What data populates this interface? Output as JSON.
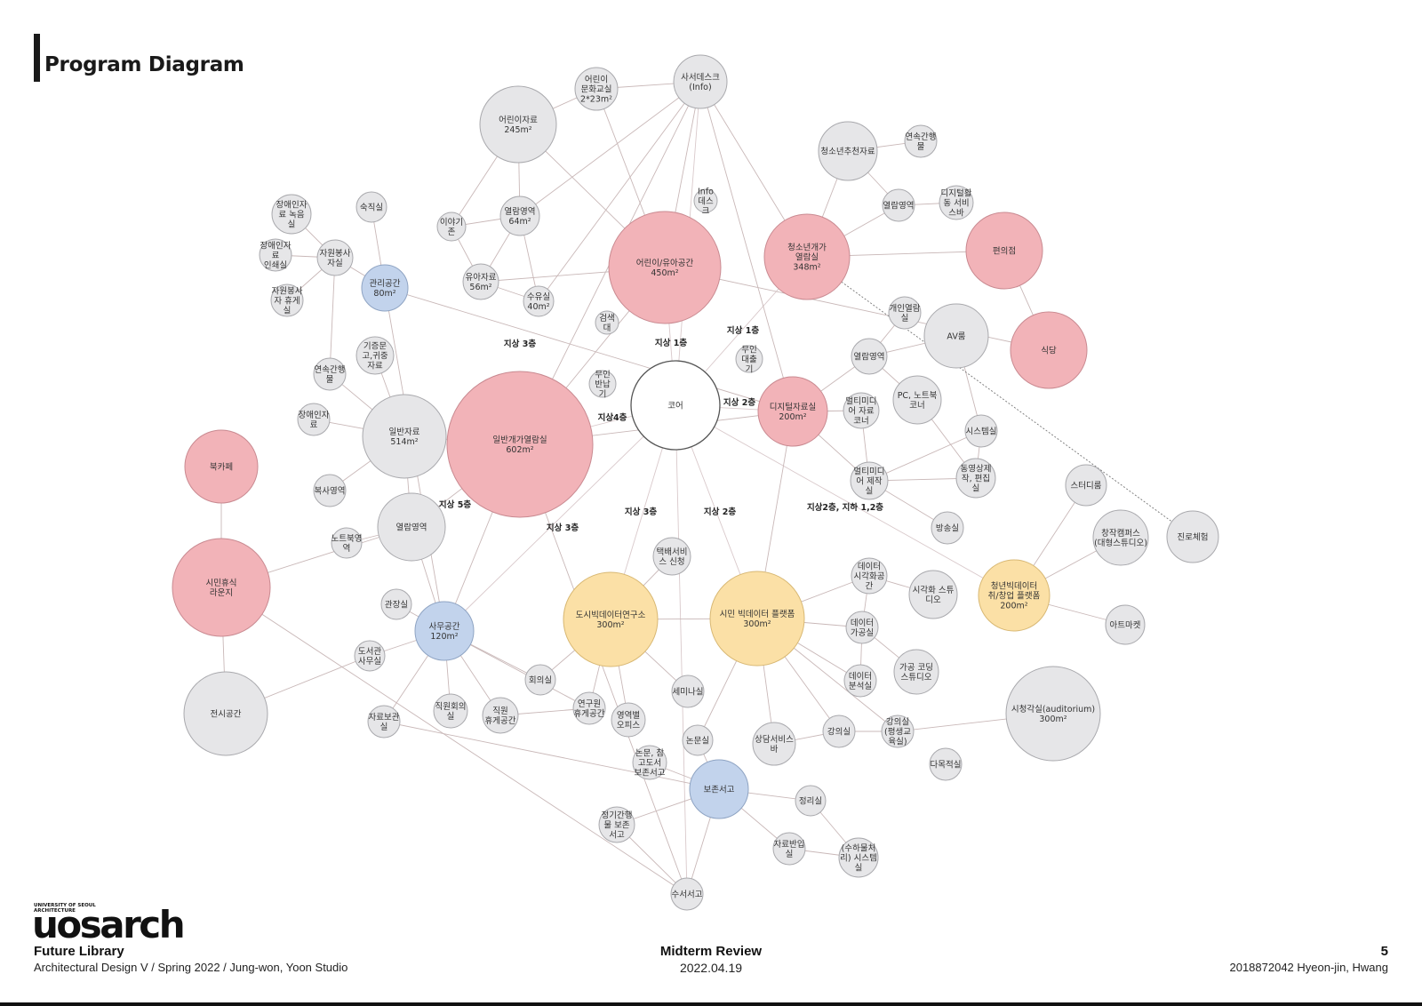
{
  "title": "Program Diagram",
  "footer": {
    "logo_small": "UNIVERSITY OF SEOUL ARCHITECTURE",
    "logo_main": "uosarch",
    "project": "Future Library",
    "course": "Architectural Design V / Spring 2022 / Jung-won, Yoon Studio",
    "review": "Midterm Review",
    "date": "2022.04.19",
    "page": "5",
    "author": "2018872042  Hyeon-jin, Hwang"
  },
  "colors": {
    "pink": "#f2b3b8",
    "blue": "#c2d3ec",
    "yellow": "#fbe0a6",
    "gray": "#e6e6e8",
    "white": "#ffffff"
  },
  "nodes": [
    {
      "id": "core",
      "lines": [
        "코어"
      ],
      "color": "white"
    },
    {
      "id": "children",
      "lines": [
        "어린이/유아공간",
        "450m²"
      ],
      "color": "pink"
    },
    {
      "id": "general_open",
      "lines": [
        "일반개가열람실",
        "602m²"
      ],
      "color": "pink"
    },
    {
      "id": "youth_open",
      "lines": [
        "청소년개가",
        "열람실",
        "348m²"
      ],
      "color": "pink"
    },
    {
      "id": "digital",
      "lines": [
        "디지털자료실",
        "200m²"
      ],
      "color": "pink"
    },
    {
      "id": "convenience",
      "lines": [
        "편의점"
      ],
      "color": "pink"
    },
    {
      "id": "restaurant",
      "lines": [
        "식당"
      ],
      "color": "pink"
    },
    {
      "id": "bookcafe",
      "lines": [
        "북카페"
      ],
      "color": "pink"
    },
    {
      "id": "lounge",
      "lines": [
        "시민휴식",
        "라운지"
      ],
      "color": "pink"
    },
    {
      "id": "mgmt",
      "lines": [
        "관리공간",
        "80m²"
      ],
      "color": "blue"
    },
    {
      "id": "office",
      "lines": [
        "사무공간",
        "120m²"
      ],
      "color": "blue"
    },
    {
      "id": "storage",
      "lines": [
        "보존서고"
      ],
      "color": "blue"
    },
    {
      "id": "city_bigdata",
      "lines": [
        "도시빅데이터연구소",
        "300m²"
      ],
      "color": "yellow"
    },
    {
      "id": "citizen_bigdata",
      "lines": [
        "시민 빅데이터 플랫폼",
        "300m²"
      ],
      "color": "yellow"
    },
    {
      "id": "youth_bigdata",
      "lines": [
        "청년빅데이터",
        "취/창업 플랫폼",
        "200m²"
      ],
      "color": "yellow"
    },
    {
      "id": "info_desk",
      "lines": [
        "사서데스크",
        "(Info)"
      ],
      "color": "gray"
    },
    {
      "id": "child_culture",
      "lines": [
        "어린이",
        "문화교실",
        "2*23m²"
      ],
      "color": "gray"
    },
    {
      "id": "child_material",
      "lines": [
        "어린이자료",
        "245m²"
      ],
      "color": "gray"
    },
    {
      "id": "story_zone",
      "lines": [
        "이야기",
        "존"
      ],
      "color": "gray"
    },
    {
      "id": "reading_64",
      "lines": [
        "열람영역",
        "64m²"
      ],
      "color": "gray"
    },
    {
      "id": "infant_material",
      "lines": [
        "유아자료",
        "56m²"
      ],
      "color": "gray"
    },
    {
      "id": "nursing",
      "lines": [
        "수유실",
        "40m²"
      ],
      "color": "gray"
    },
    {
      "id": "info_desk2",
      "lines": [
        "Info",
        "데스",
        "크"
      ],
      "color": "gray"
    },
    {
      "id": "search",
      "lines": [
        "검색",
        "대"
      ],
      "color": "gray"
    },
    {
      "id": "unmanned_return",
      "lines": [
        "무인",
        "반납",
        "기"
      ],
      "color": "gray"
    },
    {
      "id": "unmanned_loan",
      "lines": [
        "무인",
        "대출",
        "기"
      ],
      "color": "gray"
    },
    {
      "id": "youth_rec",
      "lines": [
        "청소년추천자료"
      ],
      "color": "gray"
    },
    {
      "id": "serial_youth",
      "lines": [
        "연속간행",
        "물"
      ],
      "color": "gray"
    },
    {
      "id": "reading_youth",
      "lines": [
        "열람영역"
      ],
      "color": "gray"
    },
    {
      "id": "digital_service",
      "lines": [
        "디지털활",
        "동 서비",
        "스바"
      ],
      "color": "gray"
    },
    {
      "id": "personal_reading",
      "lines": [
        "개인열람",
        "실"
      ],
      "color": "gray"
    },
    {
      "id": "av",
      "lines": [
        "AV룸"
      ],
      "color": "gray"
    },
    {
      "id": "reading_digital",
      "lines": [
        "열람영역"
      ],
      "color": "gray"
    },
    {
      "id": "pc_corner",
      "lines": [
        "PC, 노트북",
        "코너"
      ],
      "color": "gray"
    },
    {
      "id": "multimedia_corner",
      "lines": [
        "멀티미디",
        "어 자료",
        "코너"
      ],
      "color": "gray"
    },
    {
      "id": "system_room",
      "lines": [
        "시스템실"
      ],
      "color": "gray"
    },
    {
      "id": "multimedia_prod",
      "lines": [
        "멀티미디",
        "어 제작",
        "실"
      ],
      "color": "gray"
    },
    {
      "id": "video_edit",
      "lines": [
        "동영상제",
        "작, 편집",
        "실"
      ],
      "color": "gray"
    },
    {
      "id": "broadcast",
      "lines": [
        "방송실"
      ],
      "color": "gray"
    },
    {
      "id": "study_room",
      "lines": [
        "스터디룸"
      ],
      "color": "gray"
    },
    {
      "id": "startup_campus",
      "lines": [
        "창작캠퍼스",
        "(대형스튜디오)"
      ],
      "color": "gray"
    },
    {
      "id": "career",
      "lines": [
        "진로체험"
      ],
      "color": "gray"
    },
    {
      "id": "art_market",
      "lines": [
        "아트마켓"
      ],
      "color": "gray"
    },
    {
      "id": "auditorium",
      "lines": [
        "시청각실(auditorium)",
        "300m²"
      ],
      "color": "gray"
    },
    {
      "id": "multipurpose",
      "lines": [
        "다목적실"
      ],
      "color": "gray"
    },
    {
      "id": "data_viz_space",
      "lines": [
        "데이터",
        "시각화공",
        "간"
      ],
      "color": "gray"
    },
    {
      "id": "viz_studio",
      "lines": [
        "시각화 스튜",
        "디오"
      ],
      "color": "gray"
    },
    {
      "id": "data_process",
      "lines": [
        "데이터",
        "가공실"
      ],
      "color": "gray"
    },
    {
      "id": "coding_studio",
      "lines": [
        "가공 코딩",
        "스튜디오"
      ],
      "color": "gray"
    },
    {
      "id": "data_analysis",
      "lines": [
        "데이터",
        "분석실"
      ],
      "color": "gray"
    },
    {
      "id": "lecture_edu",
      "lines": [
        "강의실",
        "(평생교",
        "육실)"
      ],
      "color": "gray"
    },
    {
      "id": "lecture",
      "lines": [
        "강의실"
      ],
      "color": "gray"
    },
    {
      "id": "counsel",
      "lines": [
        "상담서비스",
        "바"
      ],
      "color": "gray"
    },
    {
      "id": "seminar",
      "lines": [
        "세미나실"
      ],
      "color": "gray"
    },
    {
      "id": "thesis_room",
      "lines": [
        "논문실"
      ],
      "color": "gray"
    },
    {
      "id": "thesis_storage",
      "lines": [
        "논문, 참",
        "고도서",
        "보존서고"
      ],
      "color": "gray"
    },
    {
      "id": "arrangement",
      "lines": [
        "정리실"
      ],
      "color": "gray"
    },
    {
      "id": "loading",
      "lines": [
        "자료반입",
        "실"
      ],
      "color": "gray"
    },
    {
      "id": "dumbwaiter",
      "lines": [
        "(수하물처",
        "리) 시스템",
        "실"
      ],
      "color": "gray"
    },
    {
      "id": "serial_storage",
      "lines": [
        "정기간행",
        "물 보존",
        "서고"
      ],
      "color": "gray"
    },
    {
      "id": "manual_stack",
      "lines": [
        "수서서고"
      ],
      "color": "gray"
    },
    {
      "id": "researcher_lounge",
      "lines": [
        "연구원",
        "휴게공간"
      ],
      "color": "gray"
    },
    {
      "id": "research_office",
      "lines": [
        "영역별",
        "오피스"
      ],
      "color": "gray"
    },
    {
      "id": "meeting",
      "lines": [
        "회의실"
      ],
      "color": "gray"
    },
    {
      "id": "staff_meeting",
      "lines": [
        "직원회의",
        "실"
      ],
      "color": "gray"
    },
    {
      "id": "staff_lounge",
      "lines": [
        "직원",
        "휴게공간"
      ],
      "color": "gray"
    },
    {
      "id": "material_room",
      "lines": [
        "자료보관",
        "실"
      ],
      "color": "gray"
    },
    {
      "id": "library_office",
      "lines": [
        "도서관",
        "사무실"
      ],
      "color": "gray"
    },
    {
      "id": "director",
      "lines": [
        "관장실"
      ],
      "color": "gray"
    },
    {
      "id": "delivery",
      "lines": [
        "택배서비",
        "스 신청"
      ],
      "color": "gray"
    },
    {
      "id": "general_material",
      "lines": [
        "일반자료",
        "514m²"
      ],
      "color": "gray"
    },
    {
      "id": "reading_general",
      "lines": [
        "열람영역"
      ],
      "color": "gray"
    },
    {
      "id": "notebook",
      "lines": [
        "노트북영",
        "역"
      ],
      "color": "gray"
    },
    {
      "id": "copy",
      "lines": [
        "복사영역"
      ],
      "color": "gray"
    },
    {
      "id": "disabled_material",
      "lines": [
        "장애인자",
        "료"
      ],
      "color": "gray"
    },
    {
      "id": "serial_general",
      "lines": [
        "연속간행",
        "물"
      ],
      "color": "gray"
    },
    {
      "id": "donation",
      "lines": [
        "기증문",
        "고,귀중",
        "자료"
      ],
      "color": "gray"
    },
    {
      "id": "exhibition",
      "lines": [
        "전시공간"
      ],
      "color": "gray"
    },
    {
      "id": "night_duty",
      "lines": [
        "숙직실"
      ],
      "color": "gray"
    },
    {
      "id": "disabled_record",
      "lines": [
        "장애인자",
        "료 녹음",
        "실"
      ],
      "color": "gray"
    },
    {
      "id": "disabled_print",
      "lines": [
        "장애인자",
        "료",
        "인쇄실"
      ],
      "color": "gray"
    },
    {
      "id": "volunteer",
      "lines": [
        "자원봉사",
        "자실"
      ],
      "color": "gray"
    },
    {
      "id": "volunteer_rest",
      "lines": [
        "자원봉사",
        "자 휴게",
        "실"
      ],
      "color": "gray"
    }
  ],
  "edge_labels": [
    "지상 3층",
    "지상 1층",
    "지상 1층",
    "지상 2층",
    "지상4층",
    "지상 5층",
    "지상 3층",
    "지상 3층",
    "지상 2층",
    "지상2층, 지하 1,2층"
  ]
}
